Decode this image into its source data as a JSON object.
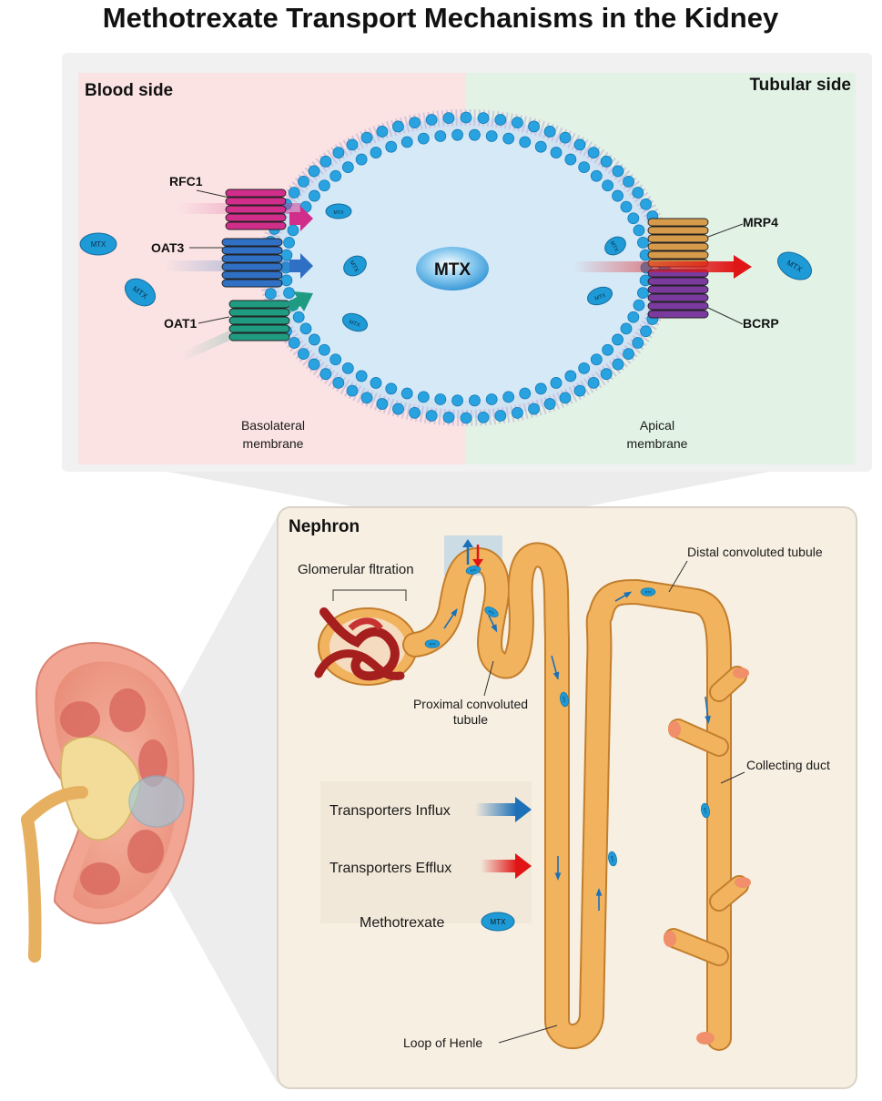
{
  "title": "Methotrexate Transport Mechanisms in the Kidney",
  "cell_panel": {
    "blood_side_label": "Blood side",
    "tubular_side_label": "Tubular side",
    "center_molecule_label": "MTX",
    "molecule_label": "MTX",
    "basolateral_label_line1": "Basolateral",
    "basolateral_label_line2": "membrane",
    "apical_label_line1": "Apical",
    "apical_label_line2": "membrane",
    "transporters": {
      "rfc1": "RFC1",
      "oat3": "OAT3",
      "oat1": "OAT1",
      "mrp4": "MRP4",
      "bcrp": "BCRP"
    }
  },
  "nephron_panel": {
    "title": "Nephron",
    "glomerular_label": "Glomerular  fltration",
    "proximal_label_line1": "Proximal convoluted",
    "proximal_label_line2": "tubule",
    "distal_label": "Distal convoluted tubule",
    "collecting_label": "Collecting duct",
    "loop_label": "Loop of Henle",
    "molecule_label": "MTX"
  },
  "legend": {
    "influx_label": "Transporters Influx",
    "efflux_label": "Transporters Efflux",
    "mtx_label": "Methotrexate",
    "mtx_badge": "MTX"
  },
  "colors": {
    "blood_side_bg": "#fbe3e3",
    "tubular_side_bg": "#e2f3e6",
    "cell_interior": "#d6e9f7",
    "lipid_head": "#29a3e0",
    "mtx_fill": "#1e9ad6",
    "nephron_panel_bg": "#f7efe2",
    "tubule": "#f2b35f",
    "influx_arrow": "#1c70b8",
    "efflux_arrow": "#e01616",
    "rfc1": "#d12d8a",
    "oat3": "#2f6fc4",
    "oat1": "#1f9b82",
    "mrp4": "#d59a4a",
    "bcrp": "#7a3a9e"
  }
}
